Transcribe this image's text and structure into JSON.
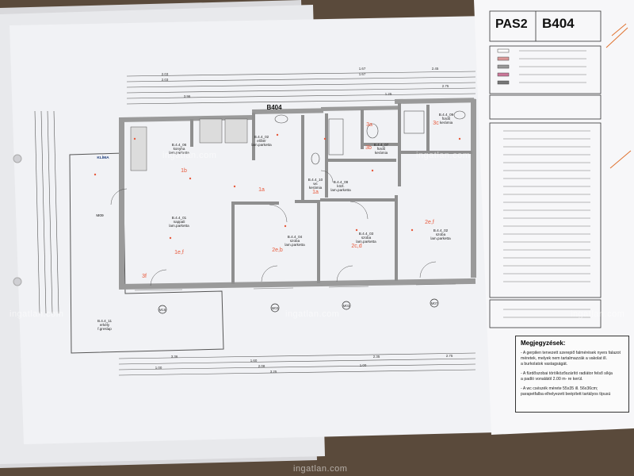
{
  "title_block": {
    "code_left": "PAS2",
    "code_right": "B404"
  },
  "plan": {
    "unit_label": "B404",
    "rooms": [
      {
        "id": "kitchen",
        "code": "B.4.4_06",
        "name": "konyha",
        "floor": "lam.parketta"
      },
      {
        "id": "living",
        "code": "B.4.4_01",
        "name": "nappali",
        "floor": "lam.parketta"
      },
      {
        "id": "hall",
        "code": "B.4.4_02",
        "name": "előtér",
        "floor": "lam.parketta"
      },
      {
        "id": "wc",
        "code": "B.4.4_10",
        "name": "wc",
        "floor": "kerámia"
      },
      {
        "id": "bath1",
        "code": "B.4.4_07",
        "name": "fürdő",
        "floor": "kerámia"
      },
      {
        "id": "bath2",
        "code": "B.4.4_09",
        "name": "fürdő",
        "floor": "kerámia"
      },
      {
        "id": "corridor",
        "code": "B.4.4_08",
        "name": "közl.",
        "floor": "lam.parketta"
      },
      {
        "id": "bed1",
        "code": "B.4.4_04",
        "name": "szoba",
        "floor": "lam.parketta"
      },
      {
        "id": "bed2",
        "code": "B.4.4_03",
        "name": "szoba",
        "floor": "lam.parketta"
      },
      {
        "id": "bed3",
        "code": "B.4.4_02",
        "name": "szoba",
        "floor": "lam.parketta"
      },
      {
        "id": "terrace",
        "code": "B.4.4_11",
        "name": "erkély",
        "floor": "f.greslap"
      }
    ],
    "room_marks": [
      "1b",
      "1a",
      "3b",
      "3a",
      "1a",
      "2e,b",
      "2c,d",
      "2e,f",
      "1e,f",
      "3f",
      "3c"
    ],
    "door_tags": [
      "M03",
      "M03",
      "M07",
      "M18"
    ],
    "klima_label": "KLÍMA",
    "window_code": "M09",
    "dims_top": [
      "2.03",
      "1.67",
      "2.45",
      "3.96",
      "1.25",
      "2.75",
      "2.03",
      "1.67"
    ],
    "dims_bottom": [
      "3.36",
      "1.60",
      "2.35",
      "2.75",
      "1.00",
      "2.08",
      "1.00",
      "3.25"
    ]
  },
  "notes": {
    "title": "Megjegyzések:",
    "lines": [
      "- A gerpilen tervezett szerepiő falmérések nyers falazot",
      "  méretek, melyek nem tartalmazzák a vakolat ill.",
      "  a burkolatok vastagságát.",
      "- A fürdőszobai törölközőszárító radiátor felső síkja",
      "  a padló vonalától 2.00 m- re kerül.",
      "- A wc csészék mérete 55x35 ill. 56x36cm;",
      "  parapetfalba elhelyezett beépített tartályos típusú"
    ]
  },
  "watermarks": [
    "ingatlan.com",
    "ingatlan.com",
    "ingatlan.com",
    "ingatlan.com",
    "ingatlan.com",
    "ingatlan.com"
  ],
  "colors": {
    "wall": "#9a9a9a",
    "paper": "#f4f5f7",
    "accent_red": "#e85a3c",
    "carpet": "#5b4a3a"
  }
}
